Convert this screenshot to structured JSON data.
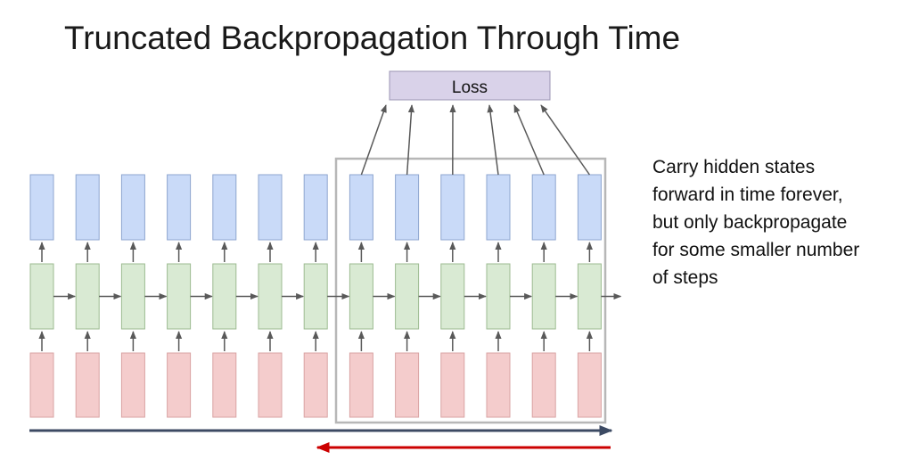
{
  "title": "Truncated Backpropagation Through Time",
  "loss_label": "Loss",
  "note_lines": [
    "Carry hidden states",
    "forward in time forever,",
    "but only backpropagate",
    "for some smaller number",
    "of steps"
  ],
  "timesteps": 13,
  "truncated_window_start": 7,
  "colors": {
    "output": "#c9daf8",
    "output_border": "#8ea6cf",
    "hidden": "#d9ead3",
    "hidden_border": "#9dbb92",
    "input": "#f4cccc",
    "input_border": "#d9a3a3",
    "loss": "#d9d2e9",
    "loss_border": "#9b94b4",
    "arrow": "#595959",
    "forward_arrow": "#3c4a63",
    "backward_arrow": "#cc0000",
    "window_border": "#b7b7b7"
  }
}
